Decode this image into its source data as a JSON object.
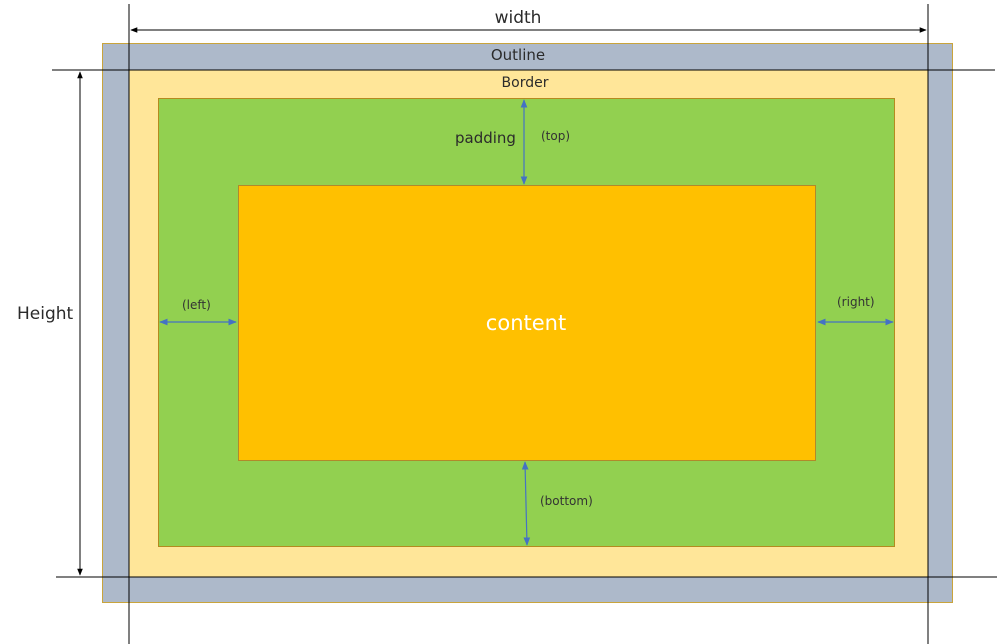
{
  "labels": {
    "width": "width",
    "height": "Height",
    "outline": "Outline",
    "border": "Border",
    "padding": "padding",
    "top": "(top)",
    "left": "(left)",
    "right": "(right)",
    "bottom": "(bottom)",
    "content": "content"
  },
  "colors": {
    "outline": "#adb9ca",
    "border": "#ffe699",
    "padding": "#92d050",
    "content": "#ffc000",
    "arrow_blue": "#4472c4",
    "guide_line": "#000000"
  }
}
